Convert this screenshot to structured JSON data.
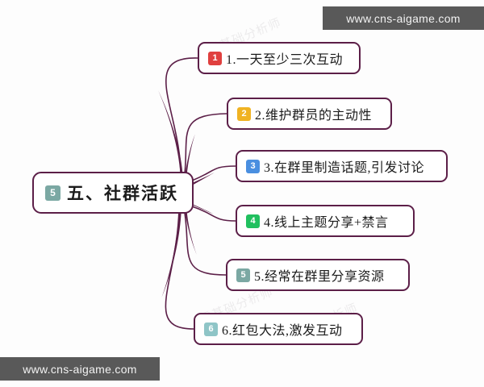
{
  "watermarks": {
    "top_right": "www.cns-aigame.com",
    "bottom_left": "www.cns-aigame.com",
    "background_faint": [
      "零基础分析师",
      "零基础分析师",
      "零基础分析师"
    ]
  },
  "mindmap": {
    "root": {
      "badge": "5",
      "badge_color": "#7ba8a3",
      "label": "五、社群活跃"
    },
    "branches": [
      {
        "badge": "1",
        "badge_color": "#e0403f",
        "label": "1.一天至少三次互动"
      },
      {
        "badge": "2",
        "badge_color": "#f0b323",
        "label": "2.维护群员的主动性"
      },
      {
        "badge": "3",
        "badge_color": "#4a8fe0",
        "label": "3.在群里制造话题,引发讨论"
      },
      {
        "badge": "4",
        "badge_color": "#21c05f",
        "label": "4.线上主题分享+禁言"
      },
      {
        "badge": "5",
        "badge_color": "#7ba8a3",
        "label": "5.经常在群里分享资源"
      },
      {
        "badge": "6",
        "badge_color": "#8fc5c7",
        "label": "6.红包大法,激发互动"
      }
    ],
    "link_color": "#5c1f48",
    "node_border_color": "#5c1f48"
  }
}
